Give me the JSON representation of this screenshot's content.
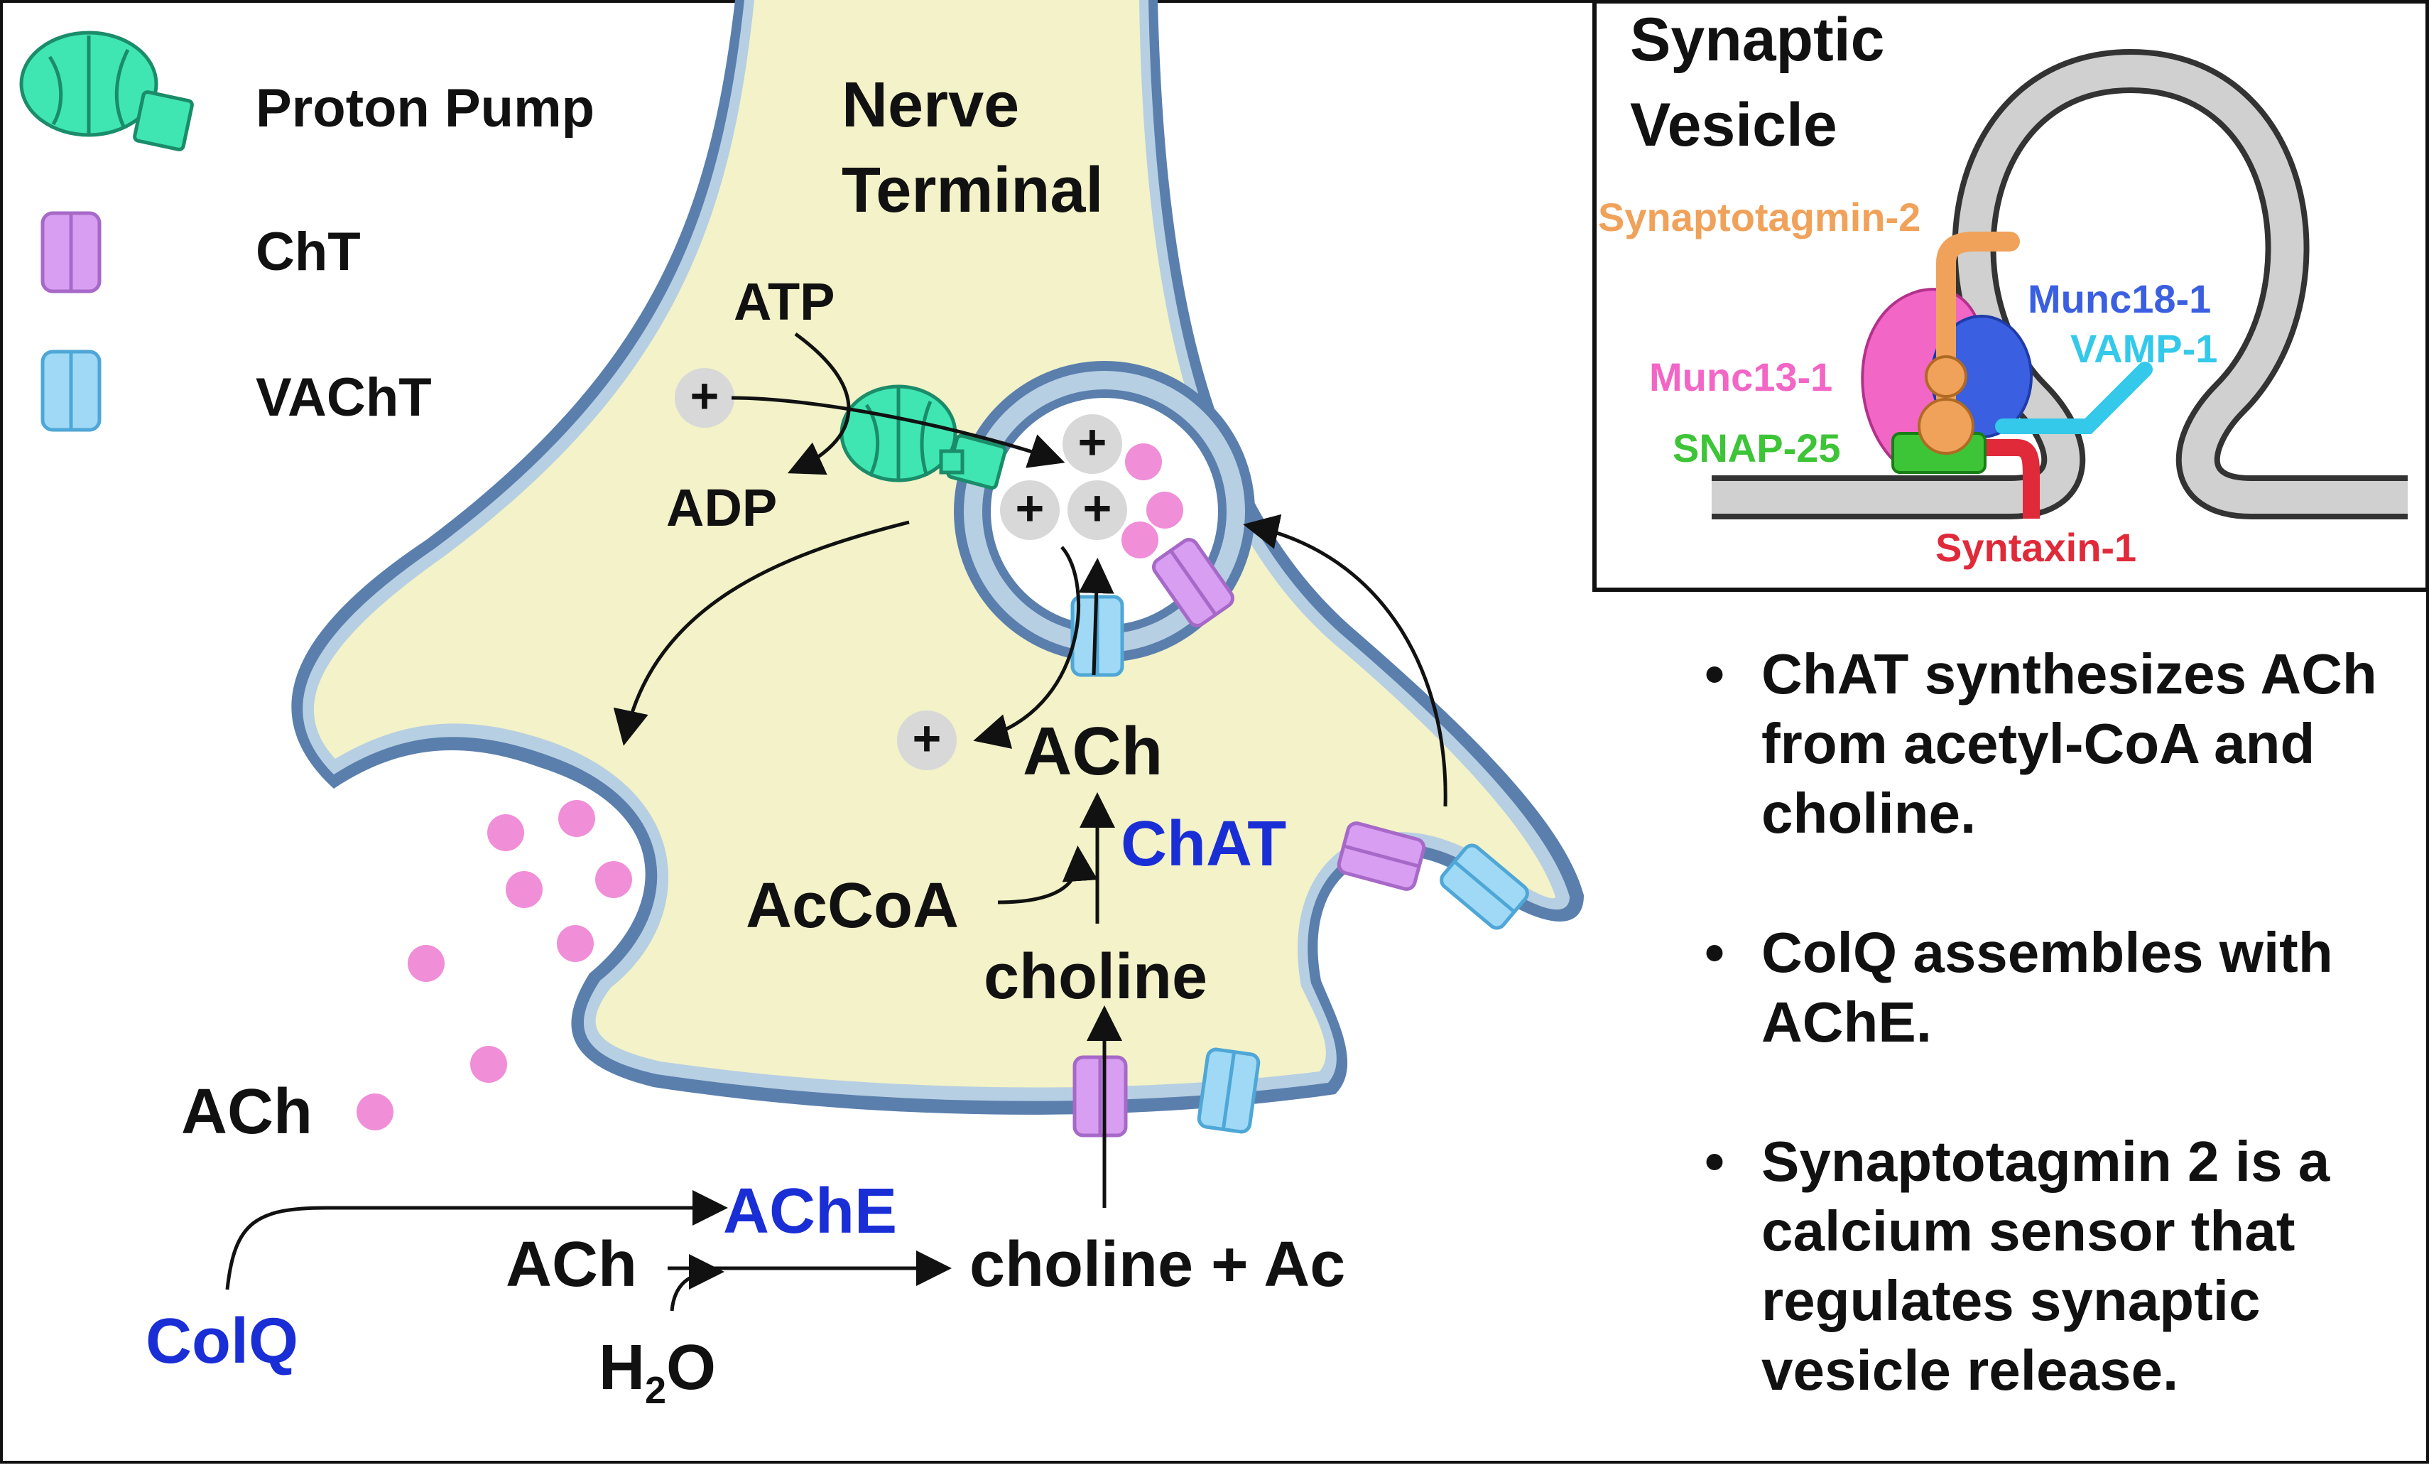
{
  "legend": [
    {
      "name": "proton-pump",
      "label": "Proton Pump"
    },
    {
      "name": "cht",
      "label": "ChT"
    },
    {
      "name": "vacht",
      "label": "VAChT"
    }
  ],
  "terminal": {
    "title_line1": "Nerve",
    "title_line2": "Terminal"
  },
  "labels": {
    "atp": "ATP",
    "adp": "ADP",
    "plus": "+",
    "ach_inside": "ACh",
    "chat": "ChAT",
    "accoa": "AcCoA",
    "choline_inside": "choline",
    "ach_cleft": "ACh",
    "ache": "AChE",
    "ach_reaction": "ACh",
    "h2o_h": "H",
    "h2o_sub": "2",
    "h2o_o": "O",
    "products": "choline + Ac",
    "colq": "ColQ"
  },
  "inset": {
    "title_line1": "Synaptic",
    "title_line2": "Vesicle",
    "proteins": {
      "synaptotagmin": "Synaptotagmin-2",
      "munc18": "Munc18-1",
      "vamp": "VAMP-1",
      "munc13": "Munc13-1",
      "snap25": "SNAP-25",
      "syntaxin": "Syntaxin-1"
    }
  },
  "bullets": [
    "ChAT synthesizes ACh from acetyl-CoA and choline.",
    "ColQ assembles with AChE.",
    "Synaptotagmin 2 is a calcium sensor that regulates synaptic vesicle release."
  ],
  "bullet_marker": "•",
  "colors": {
    "cytoplasm": "#f3f2c8",
    "membrane_outer": "#5a7fad",
    "membrane_inner": "#b7cfe2",
    "proton_pump": "#3fe6b1",
    "cht": "#d79ef2",
    "vacht": "#9fd9f5",
    "ach": "#f08ed8",
    "label_blue": "#1a2ed6",
    "synaptotagmin": "#f0a25a",
    "munc18": "#3a5fe0",
    "vamp": "#34c9ea",
    "munc13": "#f266c6",
    "snap25": "#3dc437",
    "syntaxin": "#e02a3a"
  }
}
